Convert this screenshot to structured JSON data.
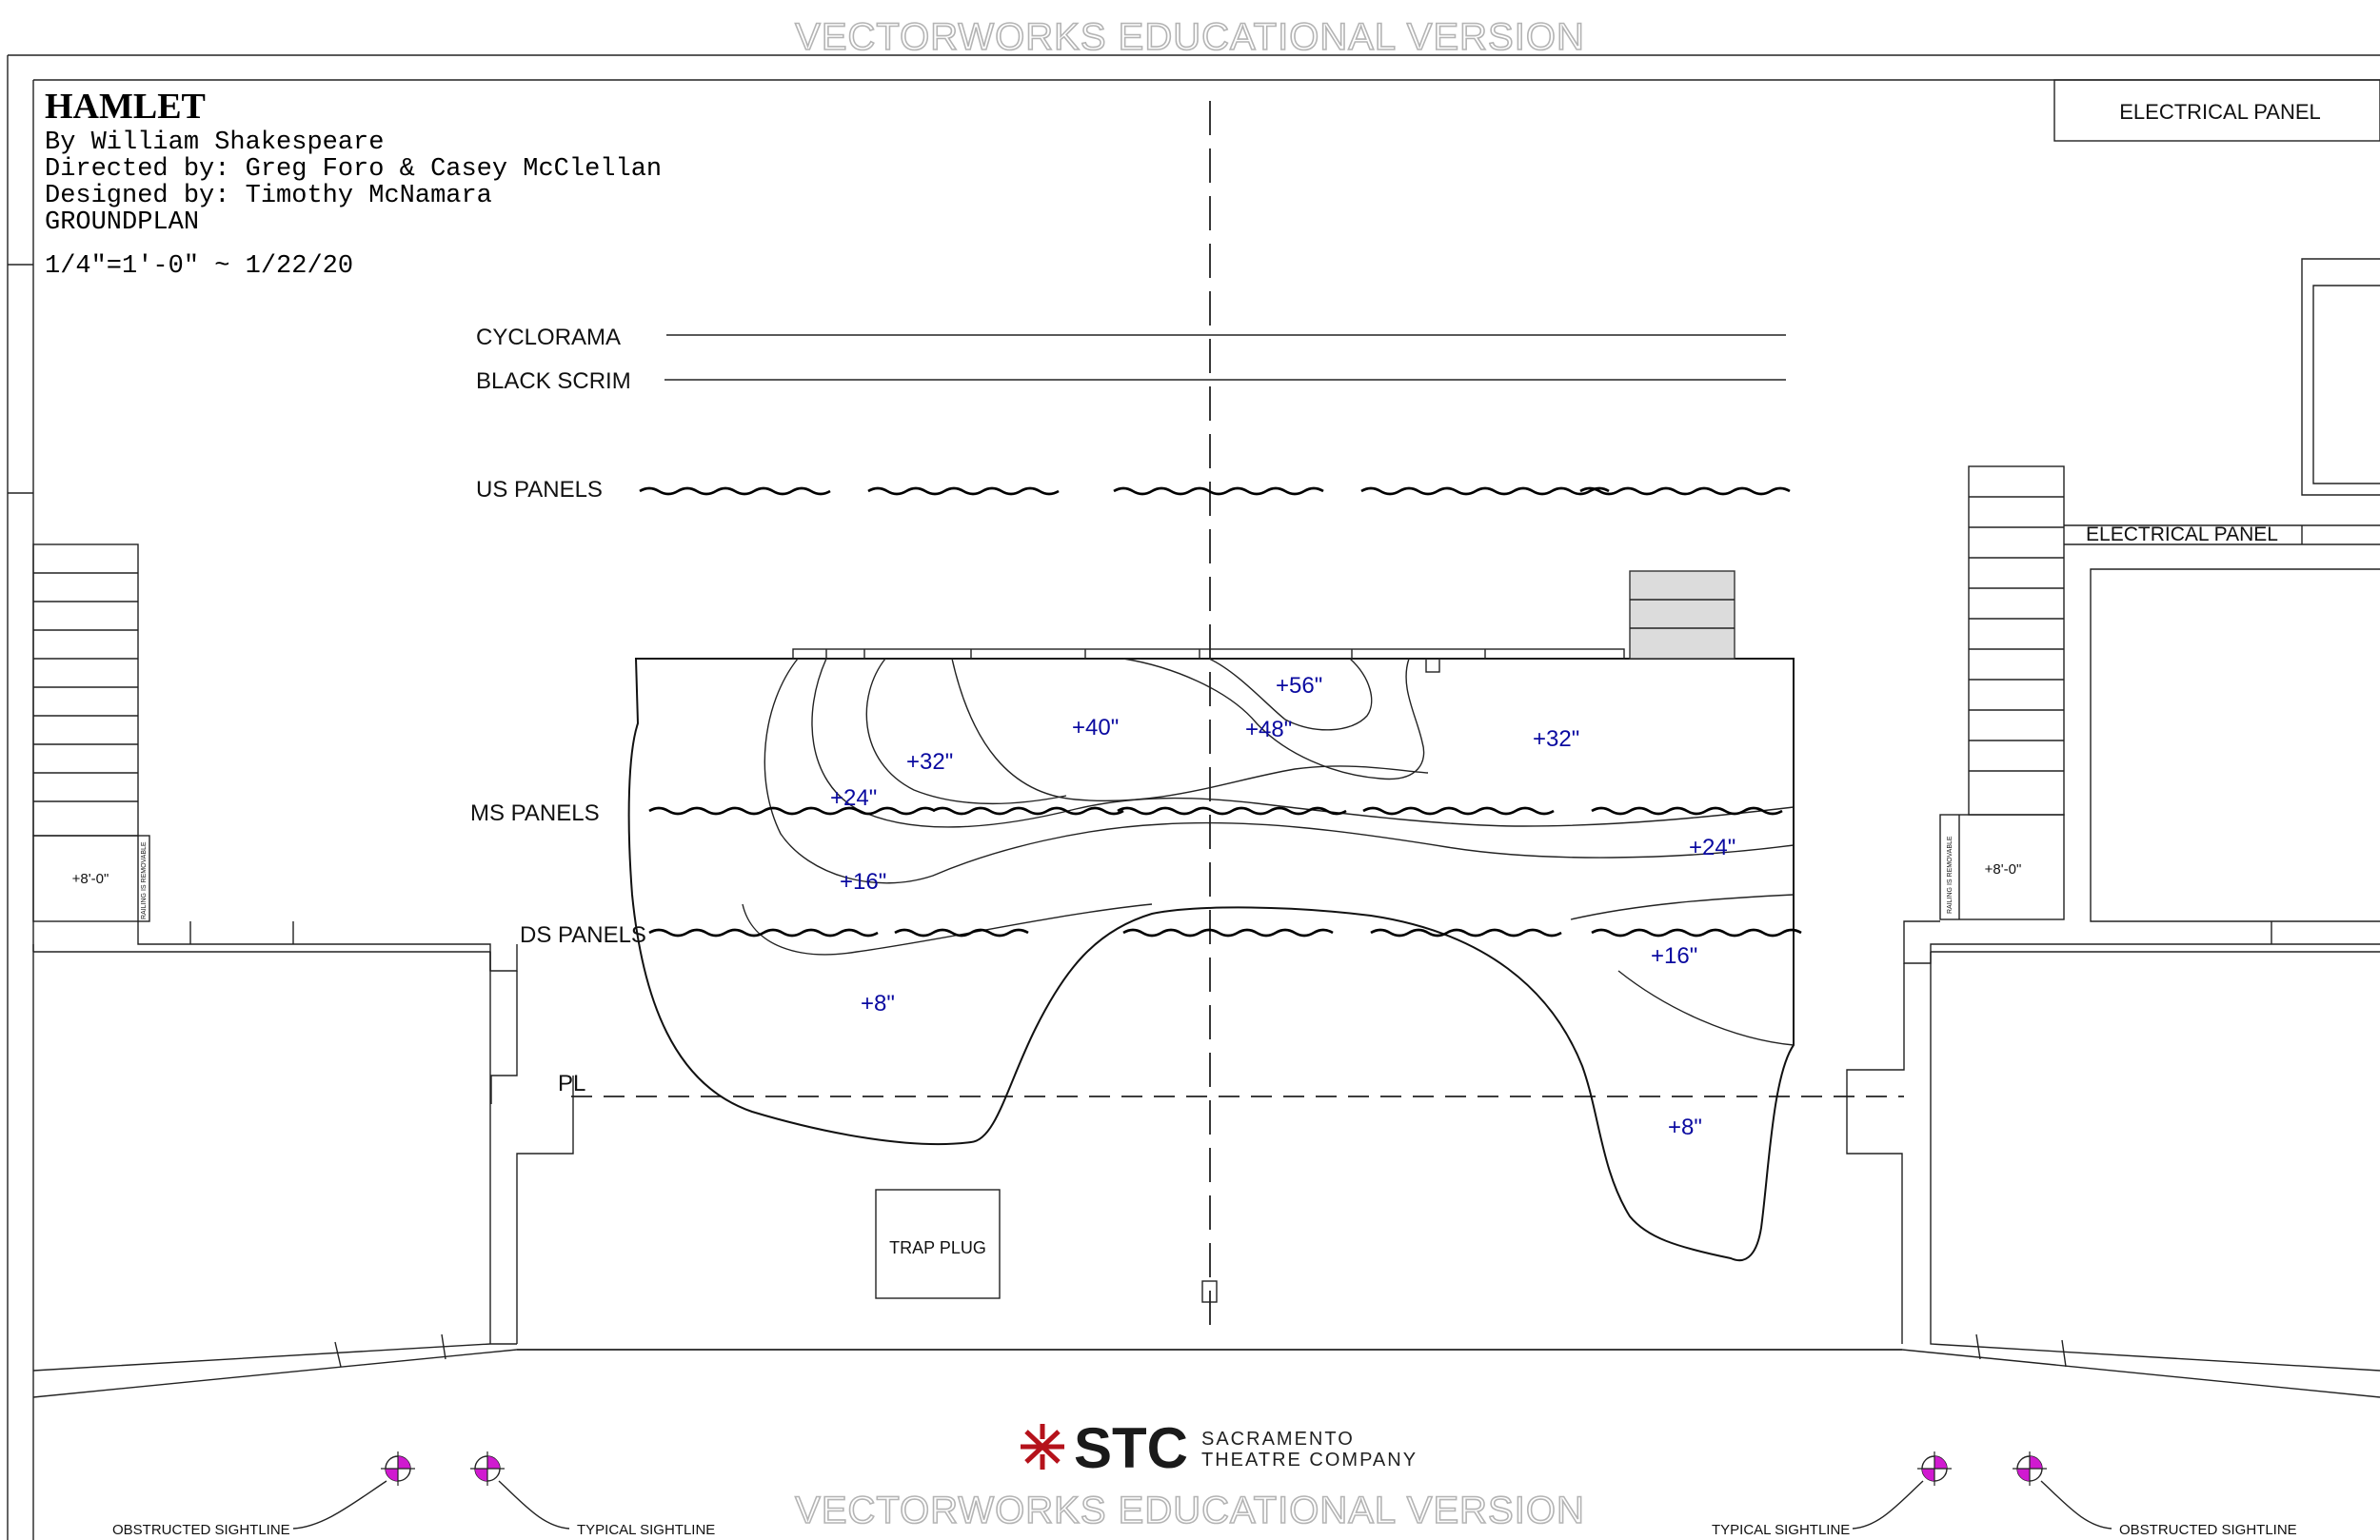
{
  "watermark": "VECTORWORKS EDUCATIONAL VERSION",
  "title_block": {
    "title": "HAMLET",
    "author": "By  William Shakespeare",
    "directed": "Directed by: Greg Foro & Casey McClellan",
    "designed": "Designed by: Timothy McNamara",
    "sheet": "GROUNDPLAN",
    "scale_date": "1/4\"=1'-0\" ~ 1/22/20"
  },
  "labels": {
    "electrical_panel": "ELECTRICAL PANEL",
    "cyclorama": "CYCLORAMA",
    "black_scrim": "BLACK SCRIM",
    "us_panels": "US PANELS",
    "ms_panels": "MS PANELS",
    "ds_panels": "DS PANELS",
    "plaster_line": "PL",
    "trap_plug": "TRAP PLUG",
    "platform_height": "+8'-0\"",
    "railing_note": "RAILING IS REMOVABLE",
    "obstructed_sightline": "OBSTRUCTED SIGHTLINE",
    "typical_sightline": "TYPICAL SIGHTLINE"
  },
  "elevations": [
    "+56\"",
    "+48\"",
    "+40\"",
    "+32\"",
    "+32\"",
    "+24\"",
    "+24\"",
    "+16\"",
    "+16\"",
    "+8\"",
    "+8\""
  ],
  "logo": {
    "mark": "STC",
    "line1": "SACRAMENTO",
    "line2": "THEATRE COMPANY"
  },
  "colors": {
    "elevation_text": "#0a0aa0",
    "sightline_marker": "#d01ad0",
    "logo_red": "#b5121b",
    "watermark": "#b4b4b4"
  }
}
